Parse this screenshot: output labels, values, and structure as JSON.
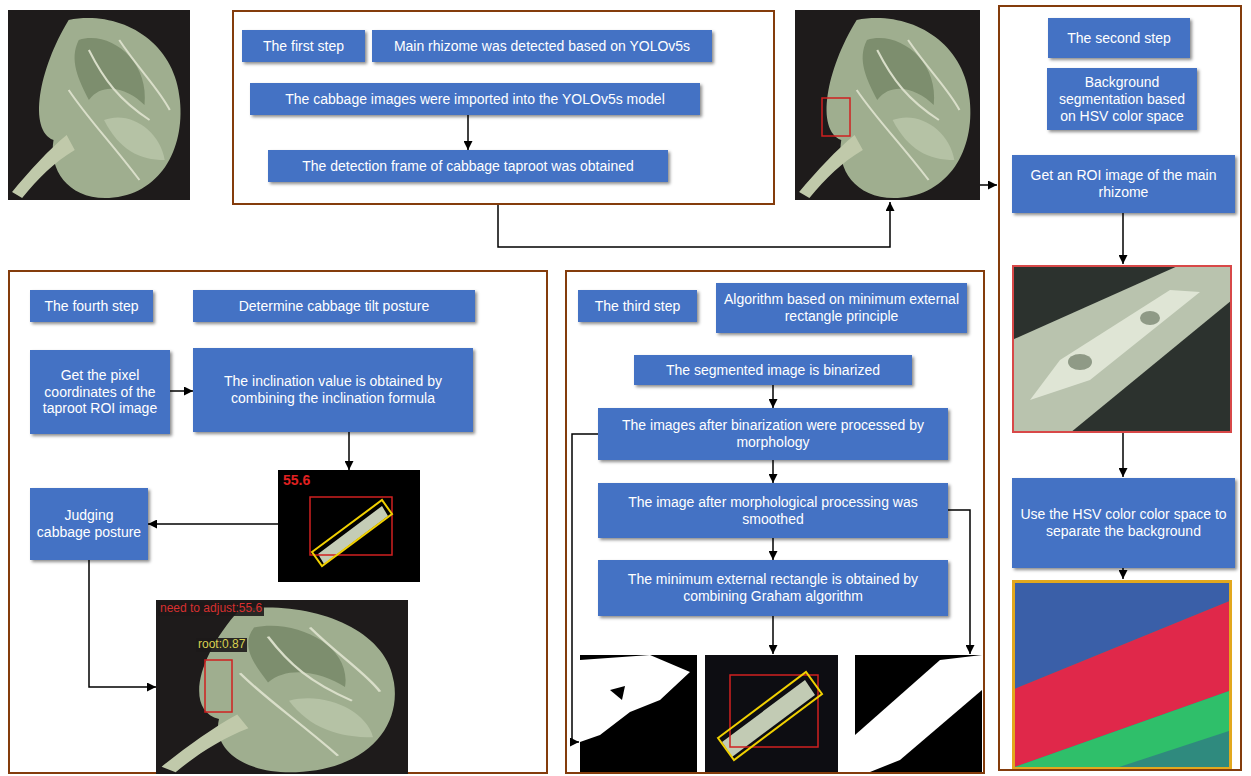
{
  "diagram": {
    "nodes": [
      {
        "text": []
      },
      {
        "text": [
          "The first step"
        ],
        "in": 0
      },
      {
        "text": [
          "Main rhizome was detected based on YOLOv5s"
        ],
        "in": 0
      },
      {
        "text": [
          "The cabbage images were imported into the YOLOv5s model"
        ],
        "in": 0
      },
      {
        "text": [
          "The detection frame of cabbage taproot was obtained"
        ],
        "in": 0
      },
      {
        "text": []
      },
      {
        "text": [
          "The second step"
        ],
        "in": 5
      },
      {
        "text": [
          "Background segmentation based on HSV color space"
        ],
        "in": 5
      },
      {
        "text": [
          "Get an ROI image of the main rhizome"
        ],
        "in": 5
      },
      {
        "text": [
          "Use the HSV color color space to separate the background"
        ],
        "in": 5
      },
      {
        "text": []
      },
      {
        "text": [
          "The fourth step"
        ],
        "in": 10
      },
      {
        "text": [
          "Determine cabbage tilt posture"
        ],
        "in": 10
      },
      {
        "text": [
          "Get the pixel coordinates of the taproot ROI image"
        ],
        "in": 10
      },
      {
        "text": [
          "The inclination value is obtained by combining the inclination formula"
        ],
        "in": 10
      },
      {
        "text": [
          "55.6"
        ],
        "in": 10
      },
      {
        "text": [
          "Judging cabbage posture"
        ],
        "in": 10
      },
      {
        "text": [
          "need to adjust:55.6",
          "root:0.87"
        ],
        "in": 10
      },
      {
        "text": []
      },
      {
        "text": [
          "The third step"
        ],
        "in": 18
      },
      {
        "text": [
          "Algorithm based on minimum external rectangle principle"
        ],
        "in": 18
      },
      {
        "text": [
          "The segmented image is binarized"
        ],
        "in": 18
      },
      {
        "text": [
          "The images after binarization were processed by morphology"
        ],
        "in": 18
      },
      {
        "text": [
          "The image after morphological processing was smoothed"
        ],
        "in": 18
      },
      {
        "text": [
          "The minimum external rectangle is obtained by combining Graham algorithm"
        ],
        "in": 18
      }
    ],
    "edges": [
      {
        "from": 3,
        "to": 4,
        "arrow": "to"
      },
      {
        "from": 13,
        "to": 14,
        "arrow": "to"
      },
      {
        "from": 14,
        "to": 15,
        "arrow": "to"
      },
      {
        "from": 15,
        "to": 16,
        "arrow": "to"
      },
      {
        "from": 16,
        "to": 17,
        "arrow": "to"
      },
      {
        "from": 21,
        "to": 22,
        "arrow": "to"
      },
      {
        "from": 22,
        "to": 23,
        "arrow": "to"
      },
      {
        "from": 23,
        "to": 24,
        "arrow": "to"
      }
    ]
  }
}
